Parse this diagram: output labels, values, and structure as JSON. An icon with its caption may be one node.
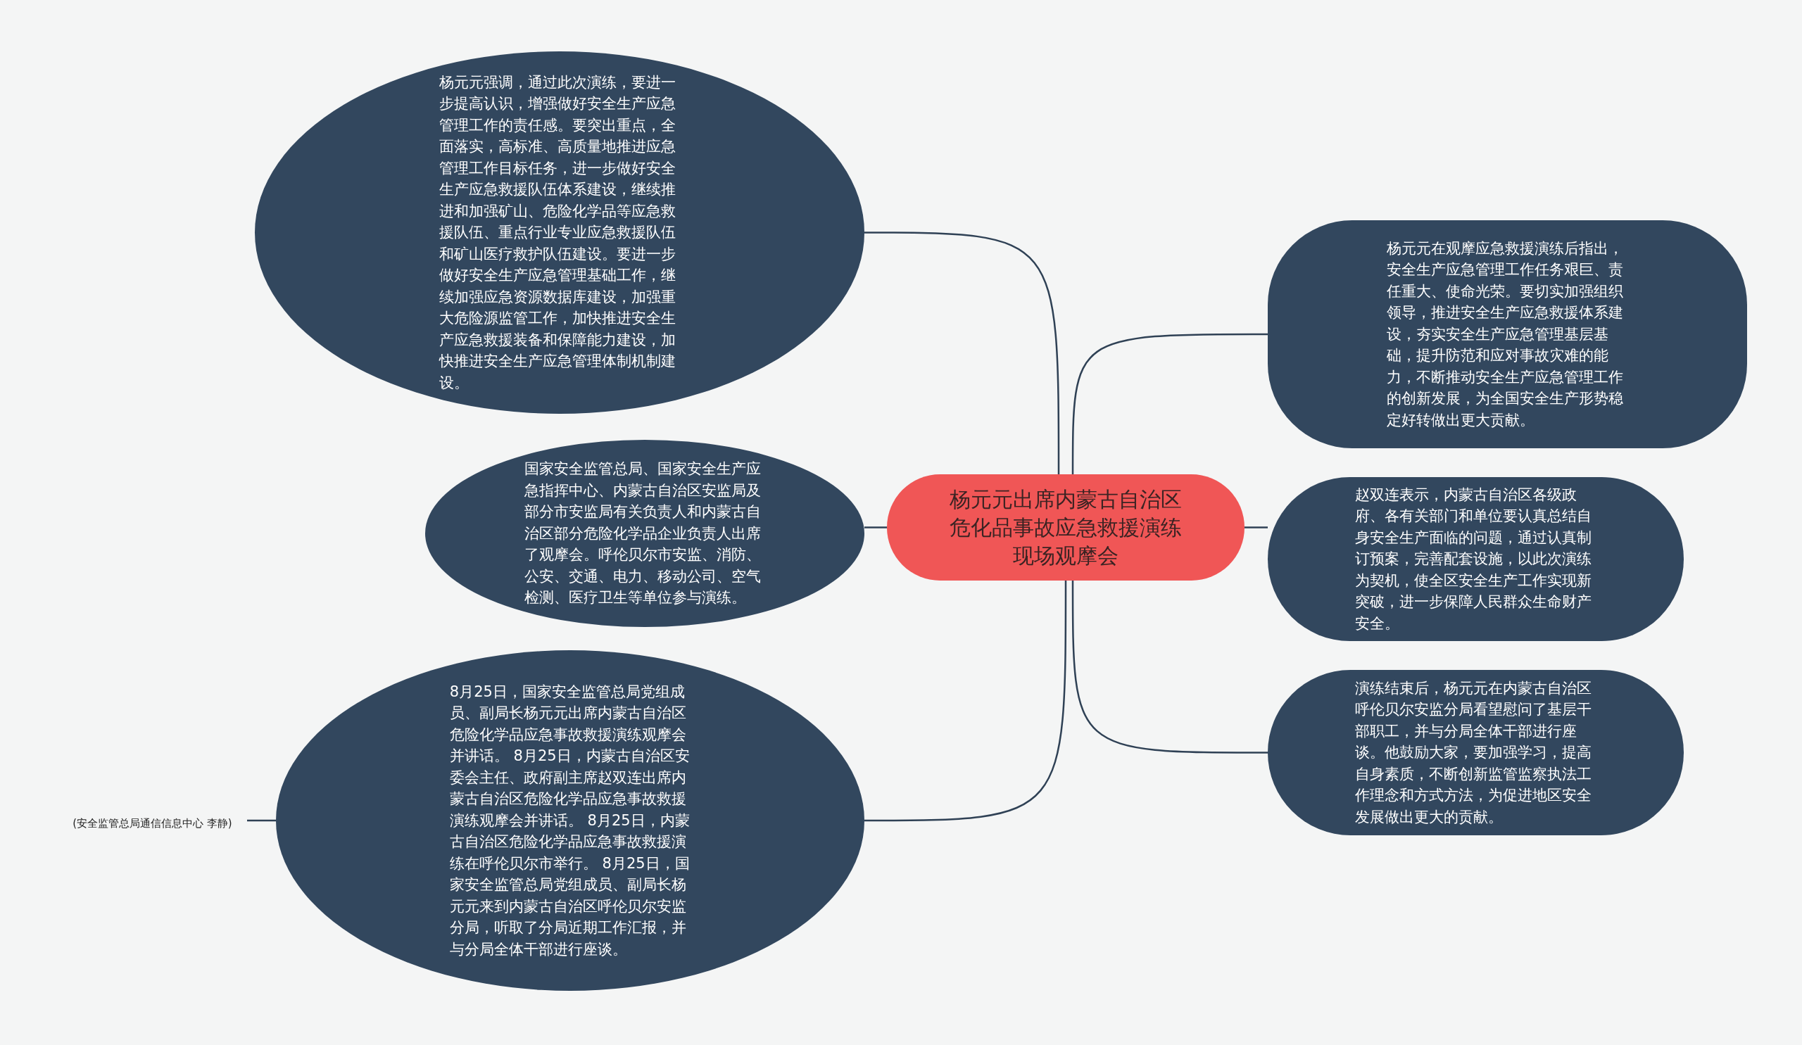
{
  "diagram": {
    "nodes": [
      {
        "text": [
          "杨元元出席内蒙古自治区危化品事故应急救援演练现场观摩会"
        ]
      },
      {
        "text": [
          "杨元元强调，通过此次演练，要进一步提高认识，增强做好安全生产应急管理工作的责任感。要突出重点，全面落实，高标准、高质量地推进应急管理工作目标任务，进一步做好安全生产应急救援队伍体系建设，继续推进和加强矿山、危险化学品等应急救援队伍、重点行业专业应急救援队伍和矿山医疗救护队伍建设。要进一步做好安全生产应急管理基础工作，继续加强应急资源数据库建设，加强重大危险源监管工作，加快推进安全生产应急救援装备和保障能力建设，加快推进安全生产应急管理体制机制建设。"
        ]
      },
      {
        "text": [
          "国家安全监管总局、国家安全生产应急指挥中心、内蒙古自治区安监局及部分市安监局有关负责人和内蒙古自治区部分危险化学品企业负责人出席了观摩会。呼伦贝尔市安监、消防、公安、交通、电力、移动公司、空气检测、医疗卫生等单位参与演练。"
        ]
      },
      {
        "text": [
          "8月25日，国家安全监管总局党组成员、副局长杨元元出席内蒙古自治区危险化学品应急事故救援演练观摩会并讲话。 8月25日，内蒙古自治区安委会主任、政府副主席赵双连出席内蒙古自治区危险化学品应急事故救援演练观摩会并讲话。 8月25日，内蒙古自治区危险化学品应急事故救援演练在呼伦贝尔市举行。 8月25日，国家安全监管总局党组成员、副局长杨元元来到内蒙古自治区呼伦贝尔安监分局，听取了分局近期工作汇报，并与分局全体干部进行座谈。"
        ]
      },
      {
        "text": [
          "(安全监管总局通信信息中心 李静)"
        ]
      },
      {
        "text": [
          "杨元元在观摩应急救援演练后指出，安全生产应急管理工作任务艰巨、责任重大、使命光荣。要切实加强组织领导，推进安全生产应急救援体系建设，夯实安全生产应急管理基层基础，提升防范和应对事故灾难的能力，不断推动安全生产应急管理工作的创新发展，为全国安全生产形势稳定好转做出更大贡献。"
        ]
      },
      {
        "text": [
          "赵双连表示，内蒙古自治区各级政府、各有关部门和单位要认真总结自身安全生产面临的问题，通过认真制订预案，完善配套设施，以此次演练为契机，使全区安全生产工作实现新突破，进一步保障人民群众生命财产安全。"
        ]
      },
      {
        "text": [
          "演练结束后，杨元元在内蒙古自治区呼伦贝尔安监分局看望慰问了基层干部职工，并与分局全体干部进行座谈。他鼓励大家，要加强学习，提高自身素质，不断创新监管监察执法工作理念和方式方法，为促进地区安全发展做出更大的贡献。"
        ]
      }
    ],
    "edges": [
      {
        "from": 0,
        "to": 1,
        "arrow": "none"
      },
      {
        "from": 0,
        "to": 2,
        "arrow": "none"
      },
      {
        "from": 0,
        "to": 3,
        "arrow": "none"
      },
      {
        "from": 3,
        "to": 4,
        "arrow": "none"
      },
      {
        "from": 0,
        "to": 5,
        "arrow": "none"
      },
      {
        "from": 0,
        "to": 6,
        "arrow": "none"
      },
      {
        "from": 0,
        "to": 7,
        "arrow": "none"
      }
    ]
  }
}
